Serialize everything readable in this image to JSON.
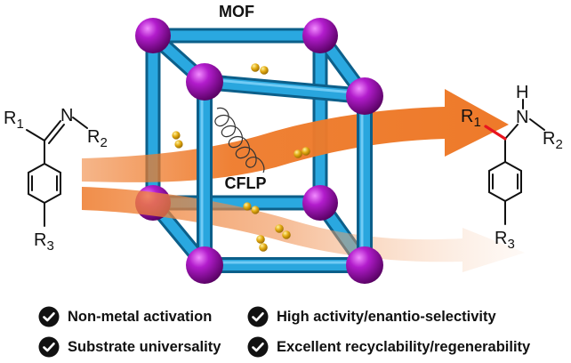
{
  "framework_label": "MOF",
  "catalyst_label": "CFLP",
  "reactant": {
    "r1": "R1",
    "r2": "R2",
    "r3": "R3",
    "n": "N"
  },
  "product": {
    "r1": "R1",
    "r2": "R2",
    "r3": "R3",
    "n": "N",
    "h": "H"
  },
  "features": [
    "Non-metal activation",
    "High activity/enantio-selectivity",
    "Substrate universality",
    "Excellent recyclability/regenerability"
  ],
  "colors": {
    "frame": "#1f9fd8",
    "node": "#a010b8",
    "arrow": "#ee7a2a",
    "particle": "#e0a800",
    "bond_highlight": "#e8141e"
  }
}
